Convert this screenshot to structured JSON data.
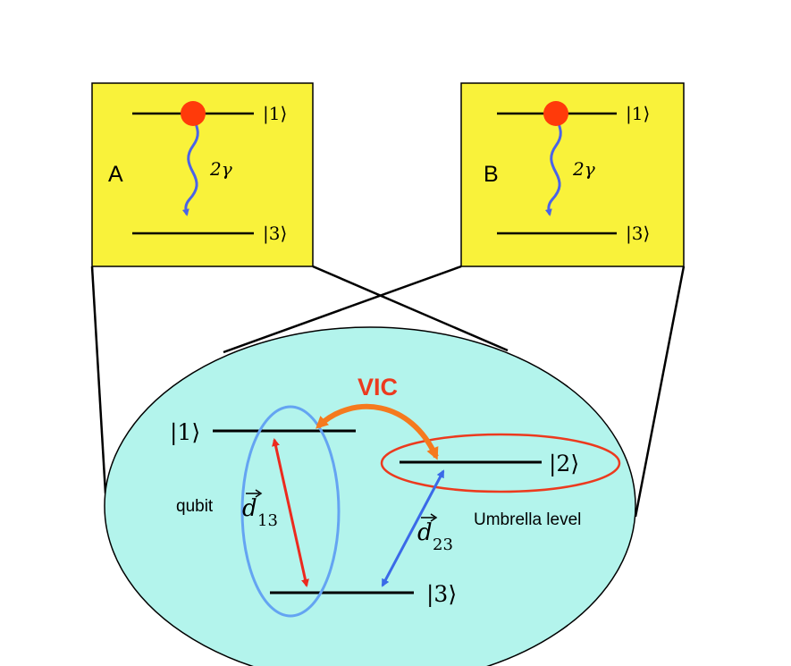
{
  "panels": {
    "a": {
      "label": "A",
      "upper_ket": "|1⟩",
      "lower_ket": "|3⟩",
      "decay_rate": "2γ"
    },
    "b": {
      "label": "B",
      "upper_ket": "|1⟩",
      "lower_ket": "|3⟩",
      "decay_rate": "2γ"
    }
  },
  "detail": {
    "vic_label": "VIC",
    "level1_ket": "|1⟩",
    "level2_ket": "|2⟩",
    "level3_ket": "|3⟩",
    "qubit_label": "qubit",
    "umbrella_label": "Umbrella level",
    "d13": {
      "symbol": "d",
      "subscript": "13"
    },
    "d23": {
      "symbol": "d",
      "subscript": "23"
    }
  },
  "colors": {
    "box_fill": "#f9f23a",
    "ellipse_fill": "#b3f4ec",
    "atom": "#ff3a0a",
    "decay_arrow": "#4a63e8",
    "vic": "#f57a1e",
    "qubit_ring": "#64a4f2",
    "umbrella_ring": "#ec3a1e",
    "d13_arrow": "#ec2a1e",
    "d23_arrow": "#3a6ae8"
  }
}
